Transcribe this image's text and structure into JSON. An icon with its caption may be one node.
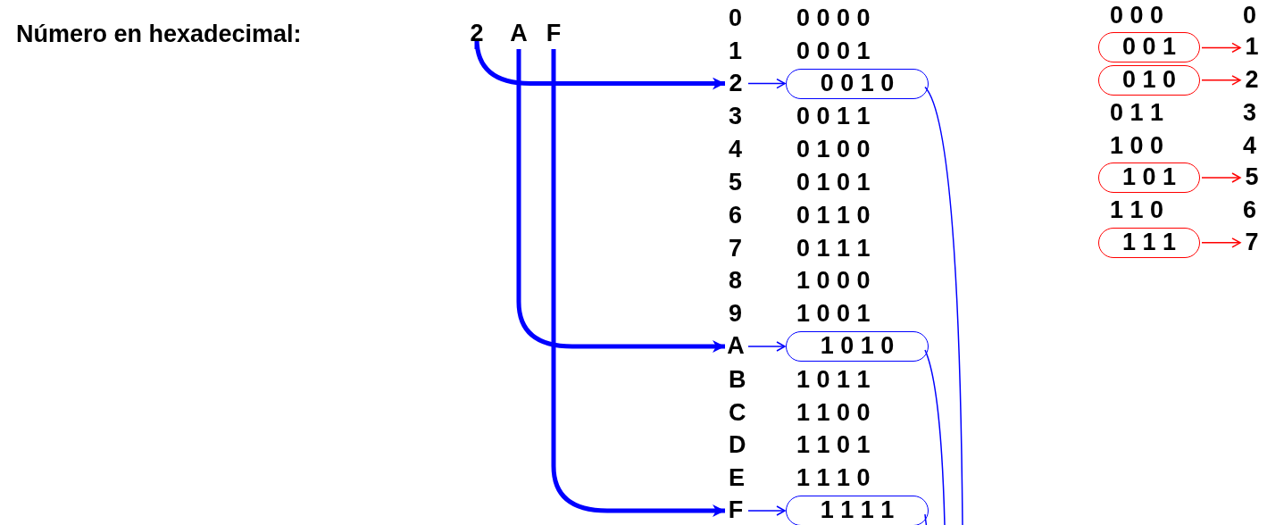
{
  "diagram": {
    "nodes": [
      {
        "text": [
          "2"
        ]
      },
      {
        "text": [
          "A"
        ]
      },
      {
        "text": [
          "F"
        ]
      },
      {
        "text": [
          "2"
        ]
      },
      {
        "text": [
          "0 0 1 0"
        ]
      },
      {
        "text": [
          "A"
        ]
      },
      {
        "text": [
          "1 0 1 0"
        ]
      },
      {
        "text": [
          "F"
        ]
      },
      {
        "text": [
          "1 1 1 1"
        ]
      },
      {
        "text": [
          "0 0 1"
        ]
      },
      {
        "text": [
          "1"
        ]
      },
      {
        "text": [
          "0 1 0"
        ]
      },
      {
        "text": [
          "2"
        ]
      },
      {
        "text": [
          "1 0 1"
        ]
      },
      {
        "text": [
          "5"
        ]
      },
      {
        "text": [
          "1 1 1"
        ]
      },
      {
        "text": [
          "7"
        ]
      }
    ],
    "edges": [
      {
        "from": 0,
        "to": 3,
        "arrow": "to",
        "style": "thick"
      },
      {
        "from": 1,
        "to": 5,
        "arrow": "to",
        "style": "thick"
      },
      {
        "from": 2,
        "to": 7,
        "arrow": "to",
        "style": "thick"
      },
      {
        "from": 3,
        "to": 4,
        "arrow": "to"
      },
      {
        "from": 5,
        "to": 6,
        "arrow": "to"
      },
      {
        "from": 7,
        "to": 8,
        "arrow": "to"
      },
      {
        "from": 4,
        "to": null,
        "arrow": "none"
      },
      {
        "from": 6,
        "to": null,
        "arrow": "none"
      },
      {
        "from": 8,
        "to": null,
        "arrow": "none"
      },
      {
        "from": 9,
        "to": 10,
        "arrow": "to",
        "color": "#ff0000"
      },
      {
        "from": 11,
        "to": 12,
        "arrow": "to",
        "color": "#ff0000"
      },
      {
        "from": 13,
        "to": 14,
        "arrow": "to",
        "color": "#ff0000"
      },
      {
        "from": 15,
        "to": 16,
        "arrow": "to",
        "color": "#ff0000"
      }
    ],
    "labels": [
      "Número en hexadecimal:",
      "0",
      "0 0 0 0",
      "1",
      "0 0 0 1",
      "3",
      "0 0 1 1",
      "4",
      "0 1 0 0",
      "5",
      "0 1 0 1",
      "6",
      "0 1 1 0",
      "7",
      "0 1 1 1",
      "8",
      "1 0 0 0",
      "9",
      "1 0 0 1",
      "B",
      "1 0 1 1",
      "C",
      "1 1 0 0",
      "D",
      "1 1 0 1",
      "E",
      "1 1 1 0",
      "0 0 0",
      "0",
      "0 1 1",
      "3",
      "1 0 0",
      "4",
      "1 1 0",
      "6"
    ]
  }
}
